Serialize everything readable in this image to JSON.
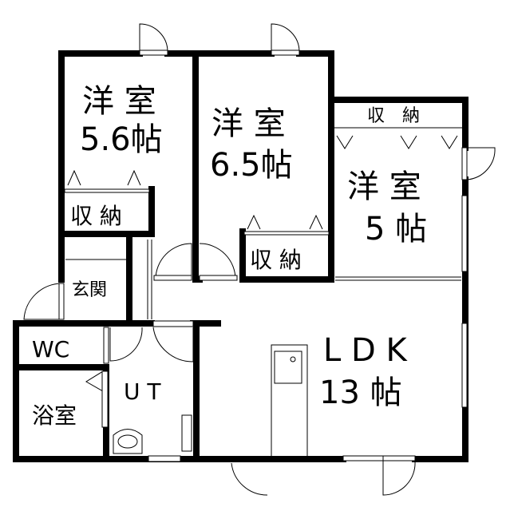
{
  "rooms": {
    "western1": {
      "name": "洋 室",
      "size": "5.6帖"
    },
    "western2": {
      "name": "洋 室",
      "size": "6.5帖"
    },
    "western3": {
      "name": "洋 室",
      "size": "5 帖"
    },
    "closet1": "収 納",
    "closet2": "収 納",
    "closet3": "収　納",
    "entrance": "玄関",
    "wc": "WC",
    "bath": "浴室",
    "utility": "U T",
    "ldk": {
      "name": "L D K",
      "size": "13 帖"
    }
  }
}
